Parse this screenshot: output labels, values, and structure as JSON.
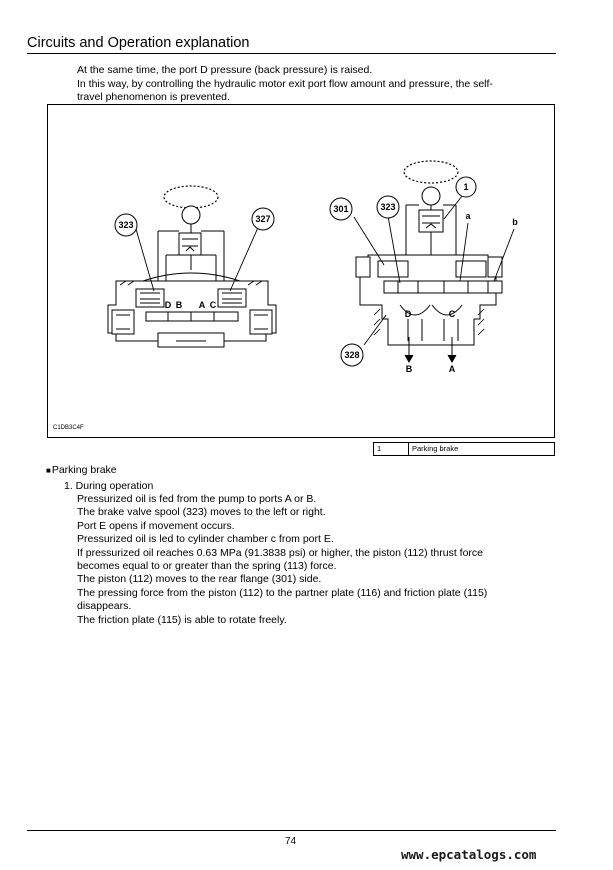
{
  "header": {
    "title": "Circuits and Operation explanation"
  },
  "intro": {
    "lines": [
      "At the same time, the port D pressure (back pressure) is raised.",
      "In this way, by controlling the hydraulic motor exit port flow amount and pressure, the self-",
      "travel phenomenon is prevented."
    ]
  },
  "figure": {
    "code": "C1DB3C4F",
    "left_callouts": [
      "323",
      "327"
    ],
    "right_callouts": [
      "1",
      "301",
      "323",
      "328"
    ],
    "left_port_labels": [
      "D",
      "B",
      "A",
      "C"
    ],
    "right_port_labels": [
      "D",
      "C",
      "B",
      "A",
      "a",
      "b"
    ]
  },
  "legend": {
    "number": "1",
    "label": "Parking brake"
  },
  "section": {
    "heading": "Parking brake",
    "bullet": "■"
  },
  "step": {
    "heading": "1. During operation",
    "lines": [
      "Pressurized oil is fed from the pump to ports A or B.",
      "The brake valve spool (323) moves to the left or right.",
      "Port E opens if movement occurs.",
      "Pressurized oil is led to cylinder chamber c from port E.",
      "If pressurized oil reaches 0.63 MPa (91.3838 psi) or higher, the piston (112) thrust force",
      "becomes equal to or greater than the spring (113) force.",
      "The piston (112) moves to the rear flange (301) side.",
      "The pressing force from the piston (112) to the partner plate (116) and friction plate (115)",
      "disappears.",
      "The friction plate (115) is able to rotate freely."
    ]
  },
  "footer": {
    "page_number": "74",
    "watermark": "www.epcatalogs.com"
  }
}
